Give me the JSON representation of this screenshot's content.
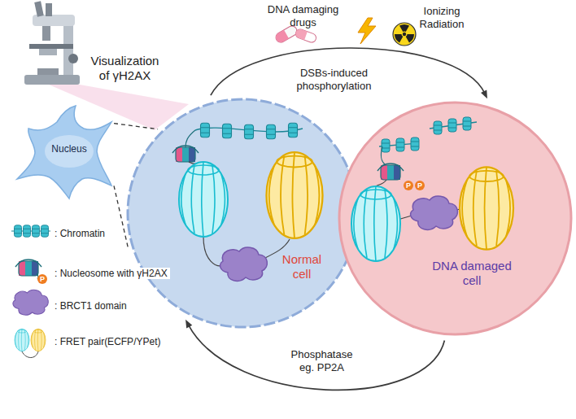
{
  "diagram": {
    "nodes": [
      {
        "text": [
          "Nucleus"
        ]
      },
      {
        "text": [
          "Normal cell"
        ]
      },
      {
        "text": [
          "DNA damaged cell"
        ]
      }
    ],
    "edges": [
      {
        "from": 1,
        "to": 2,
        "label": "DSBs-induced phosphorylation",
        "arrow": "to"
      },
      {
        "from": 2,
        "to": 1,
        "label": "Phosphatase eg. PP2A",
        "arrow": "to"
      },
      {
        "from": 0,
        "to": 1,
        "arrow": "none"
      },
      {
        "from": 0,
        "to": 1,
        "arrow": "none"
      }
    ],
    "labels": [
      "Visualization of γH2AX",
      "DNA damaging drugs",
      "Ionizing Radiation",
      "P",
      "P",
      "P"
    ],
    "legend": [
      {
        "text": ": Chromatin"
      },
      {
        "text": ": Nucleosome with γH2AX"
      },
      {
        "text": ": BRCT1 domain"
      },
      {
        "text": ": FRET pair(ECFP/YPet)"
      }
    ]
  }
}
